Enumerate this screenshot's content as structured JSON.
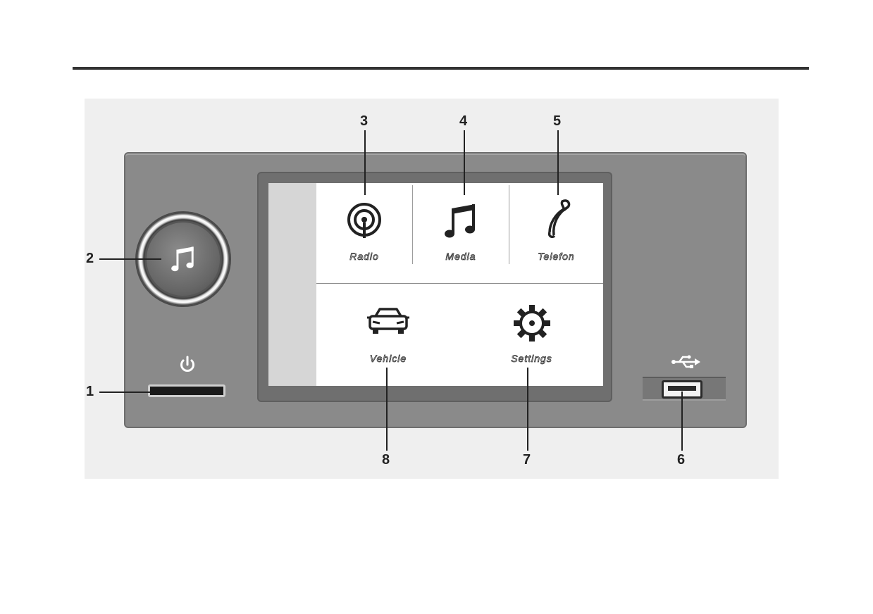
{
  "device": {
    "screen": {
      "tiles": [
        {
          "label": "Radio",
          "icon": "radio-icon"
        },
        {
          "label": "Media",
          "icon": "music-note-icon"
        },
        {
          "label": "Telefon",
          "icon": "phone-handset-icon"
        },
        {
          "label": "Vehicle",
          "icon": "car-icon"
        },
        {
          "label": "Settings",
          "icon": "gear-icon"
        }
      ]
    },
    "knob_icon": "music-note-icon",
    "power_icon": "power-icon",
    "usb_icon": "usb-icon"
  },
  "callouts": [
    "1",
    "2",
    "3",
    "4",
    "5",
    "6",
    "7",
    "8"
  ],
  "colors": {
    "panel": "#8a8a8a",
    "bezel": "#6f6f6f",
    "screen": "#ffffff",
    "screen_strip": "#d6d6d6",
    "text": "#222222"
  }
}
